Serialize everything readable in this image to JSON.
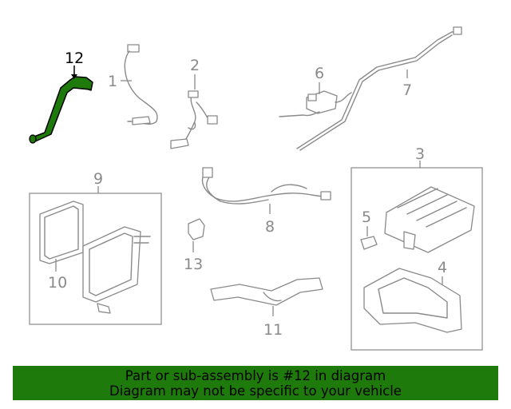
{
  "callouts": {
    "c1": "1",
    "c2": "2",
    "c3": "3",
    "c4": "4",
    "c5": "5",
    "c6": "6",
    "c7": "7",
    "c8": "8",
    "c9": "9",
    "c10": "10",
    "c11": "11",
    "c12": "12",
    "c13": "13"
  },
  "highlighted_part": "12",
  "colors": {
    "highlight": "#1f7a0c",
    "banner": "#1f7a0c",
    "line": "#8a8a8a"
  },
  "banner": {
    "line1": "Part or sub-assembly is #12 in diagram",
    "line2": "Diagram may not be specific to your vehicle"
  }
}
